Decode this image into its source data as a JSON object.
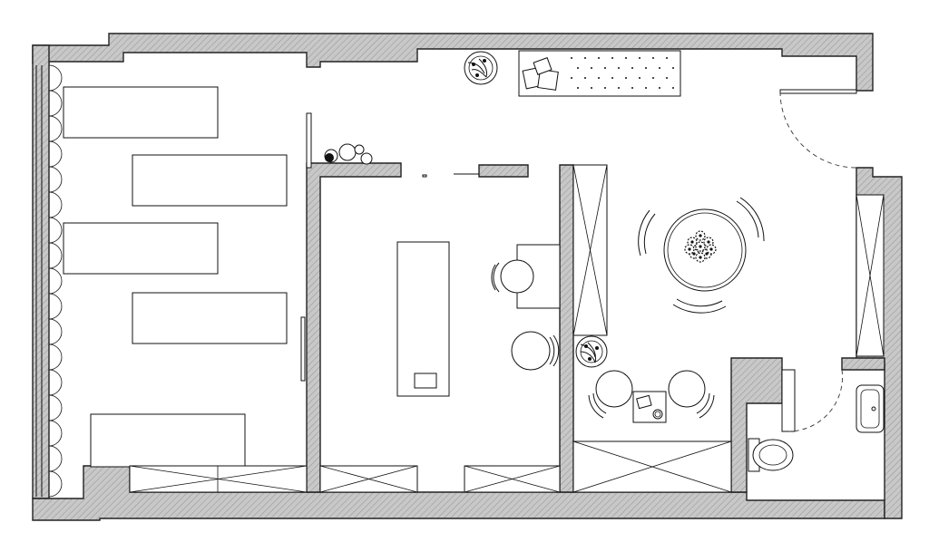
{
  "plan": {
    "colors": {
      "wall_fill": "#c8c8c8",
      "wall_hatch": "#9a9a9a",
      "line": "#111111",
      "background": "#ffffff"
    },
    "rooms": [
      "main-hall",
      "middle-room",
      "lounge",
      "entry",
      "bathroom"
    ],
    "icons": [
      "plant-icon",
      "cushions-icon",
      "flower-bouquet-icon",
      "toilet-icon",
      "sink-icon",
      "book-icon"
    ]
  }
}
